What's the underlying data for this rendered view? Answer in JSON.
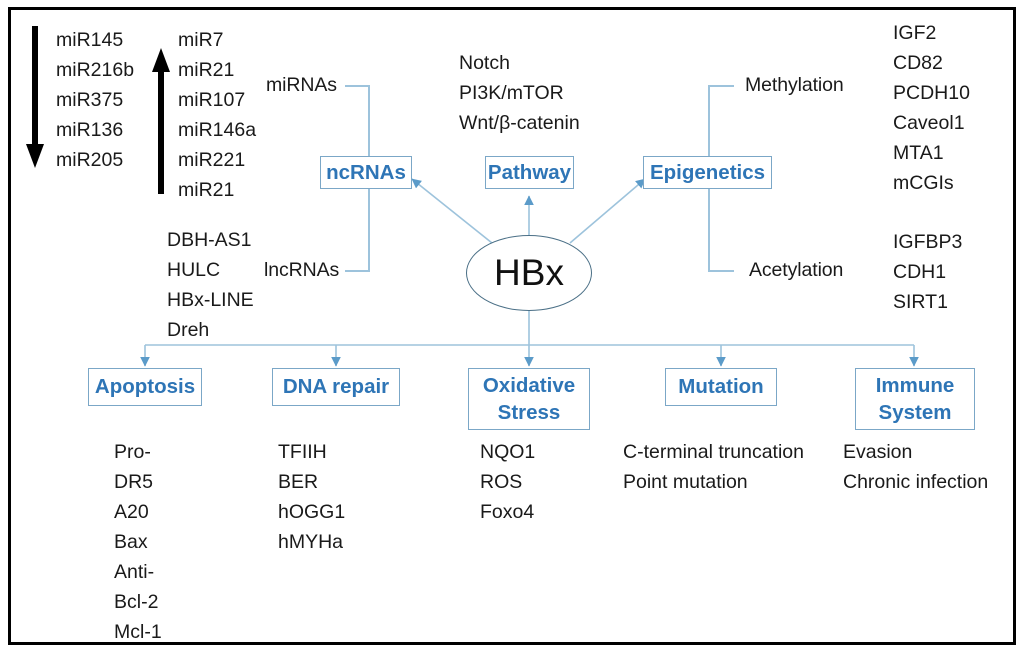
{
  "diagram": {
    "title": "HBx",
    "center_node": "HBx",
    "accent_blue": "#2E75B6",
    "connector_blue": "#9DC3DC",
    "box_border": "#7BA7C7",
    "frame_color": "#000000"
  },
  "regulation": {
    "down_arrow_icon": "down-arrow",
    "up_arrow_icon": "up-arrow",
    "downregulated": [
      "miR145",
      "miR216b",
      "miR375",
      "miR136",
      "miR205"
    ],
    "upregulated": [
      "miR7",
      "miR21",
      "miR107",
      "miR146a",
      "miR221",
      "miR21"
    ]
  },
  "ncrnas": {
    "box_label": "ncRNAs",
    "branch_mirna": "miRNAs",
    "branch_lncrna": "lncRNAs",
    "lncrna_items": [
      "DBH-AS1",
      "HULC",
      "HBx-LINE",
      "Dreh"
    ]
  },
  "pathway": {
    "box_label": "Pathway",
    "items": [
      "Notch",
      "PI3K/mTOR",
      "Wnt/β-catenin"
    ]
  },
  "epigenetics": {
    "box_label": "Epigenetics",
    "branch_methylation": "Methylation",
    "branch_acetylation": "Acetylation",
    "methylation_items": [
      "IGF2",
      "CD82",
      "PCDH10",
      "Caveol1",
      "MTA1",
      "mCGIs"
    ],
    "acetylation_items": [
      "IGFBP3",
      "CDH1",
      "SIRT1"
    ]
  },
  "outcomes": [
    {
      "box_label": "Apoptosis",
      "items": [
        "Pro-",
        "DR5",
        "A20",
        "Bax",
        "Anti-",
        "Bcl-2",
        "Mcl-1"
      ]
    },
    {
      "box_label": "DNA repair",
      "items": [
        "TFIIH",
        "BER",
        "hOGG1",
        "hMYHa"
      ]
    },
    {
      "box_label": "Oxidative Stress",
      "box_label_line1": "Oxidative",
      "box_label_line2": "Stress",
      "items": [
        "NQO1",
        "ROS",
        "Foxo4"
      ]
    },
    {
      "box_label": "Mutation",
      "items": [
        "C-terminal truncation",
        "Point mutation"
      ]
    },
    {
      "box_label": "Immune System",
      "box_label_line1": "Immune",
      "box_label_line2": "System",
      "items": [
        "Evasion",
        "Chronic infection"
      ]
    }
  ]
}
